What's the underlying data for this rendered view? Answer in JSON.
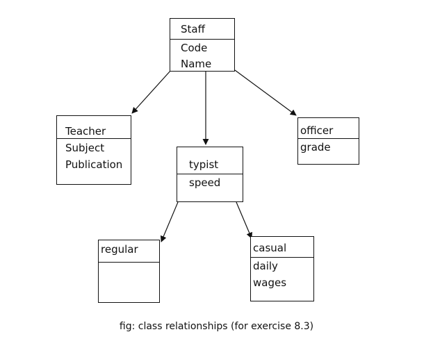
{
  "classes": {
    "staff": {
      "name": "Staff",
      "attributes": [
        "Code",
        "Name"
      ]
    },
    "teacher": {
      "name": "Teacher",
      "attributes": [
        "Subject",
        "Publication"
      ]
    },
    "typist": {
      "name": "typist",
      "attributes": [
        "speed"
      ]
    },
    "officer": {
      "name": "officer",
      "attributes": [
        "grade"
      ]
    },
    "regular": {
      "name": "regular",
      "attributes": []
    },
    "casual": {
      "name": "casual",
      "attributes": [
        "daily",
        "wages"
      ]
    }
  },
  "relationships": [
    {
      "from": "staff",
      "to": "teacher",
      "type": "inheritance"
    },
    {
      "from": "staff",
      "to": "typist",
      "type": "inheritance"
    },
    {
      "from": "staff",
      "to": "officer",
      "type": "inheritance"
    },
    {
      "from": "typist",
      "to": "regular",
      "type": "inheritance"
    },
    {
      "from": "typist",
      "to": "casual",
      "type": "inheritance"
    }
  ],
  "caption": "fig: class relationships (for exercise 8.3)"
}
